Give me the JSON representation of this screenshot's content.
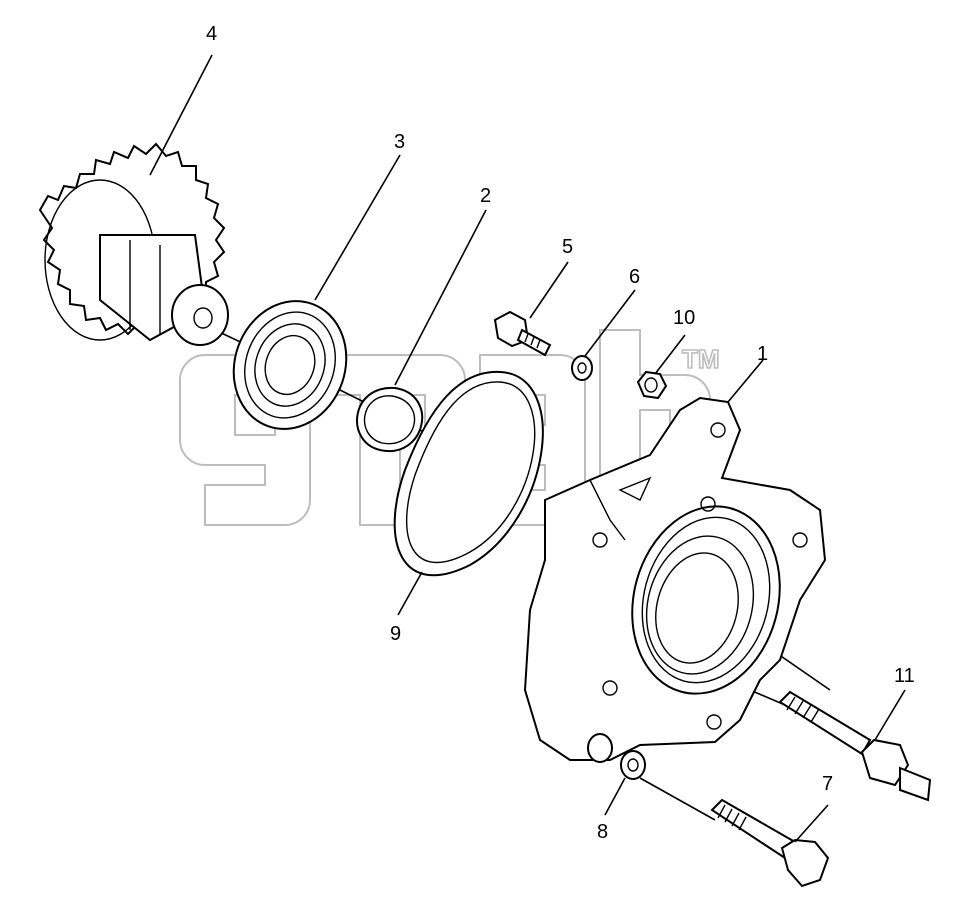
{
  "callouts": {
    "c1": "1",
    "c2": "2",
    "c3": "3",
    "c4": "4",
    "c5": "5",
    "c6": "6",
    "c7": "7",
    "c8": "8",
    "c9": "9",
    "c10": "10",
    "c11": "11"
  },
  "watermark": {
    "trademark": "TM"
  },
  "colors": {
    "line": "#000000",
    "watermark": "#bdbdbd",
    "background": "#ffffff"
  }
}
